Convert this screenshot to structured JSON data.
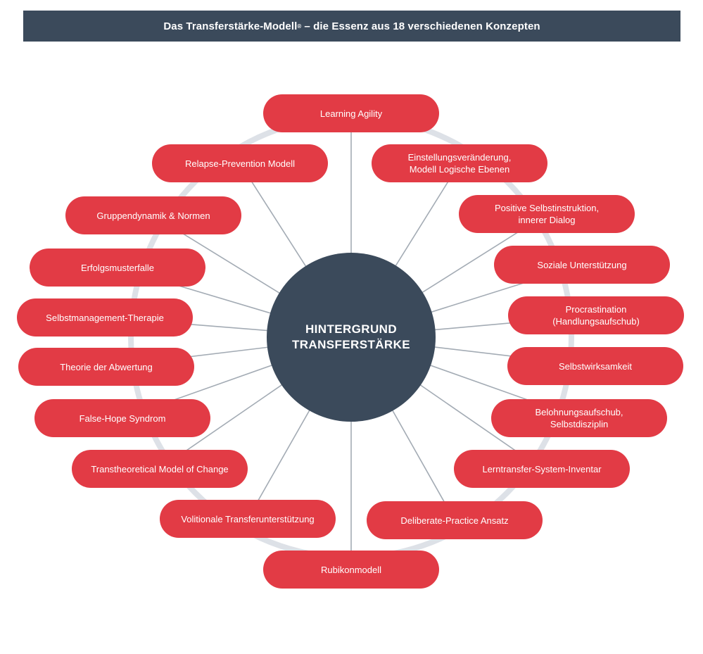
{
  "header": {
    "title_main": "Das Transferstärke-Modell",
    "title_mark": "®",
    "title_rest": "– die Essenz aus 18 verschiedenen Konzepten"
  },
  "hub": {
    "line1": "HINTERGRUND",
    "line2": "TRANSFERSTÄRKE"
  },
  "concepts": [
    {
      "line1": "Learning Agility",
      "line2": ""
    },
    {
      "line1": "Einstellungsveränderung,",
      "line2": "Modell Logische Ebenen"
    },
    {
      "line1": "Positive Selbstinstruktion,",
      "line2": "innerer Dialog"
    },
    {
      "line1": "Soziale Unterstützung",
      "line2": ""
    },
    {
      "line1": "Procrastination",
      "line2": "(Handlungsaufschub)"
    },
    {
      "line1": "Selbstwirksamkeit",
      "line2": ""
    },
    {
      "line1": "Belohnungsaufschub,",
      "line2": "Selbstdisziplin"
    },
    {
      "line1": "Lerntransfer-System-Inventar",
      "line2": ""
    },
    {
      "line1": "Deliberate-Practice Ansatz",
      "line2": ""
    },
    {
      "line1": "Rubikonmodell",
      "line2": ""
    },
    {
      "line1": "Volitionale Transferunterstützung",
      "line2": ""
    },
    {
      "line1": "Transtheoretical Model of Change",
      "line2": ""
    },
    {
      "line1": "False-Hope Syndrom",
      "line2": ""
    },
    {
      "line1": "Theorie der Abwertung",
      "line2": ""
    },
    {
      "line1": "Selbstmanagement-Therapie",
      "line2": ""
    },
    {
      "line1": "Erfolgsmusterfalle",
      "line2": ""
    },
    {
      "line1": "Gruppendynamik & Normen",
      "line2": ""
    },
    {
      "line1": "Relapse-Prevention Modell",
      "line2": ""
    }
  ],
  "colors": {
    "hub": "#3b4a5b",
    "concept": "#e23b45",
    "ring": "#dde1e7",
    "connector": "#a3abb4"
  }
}
